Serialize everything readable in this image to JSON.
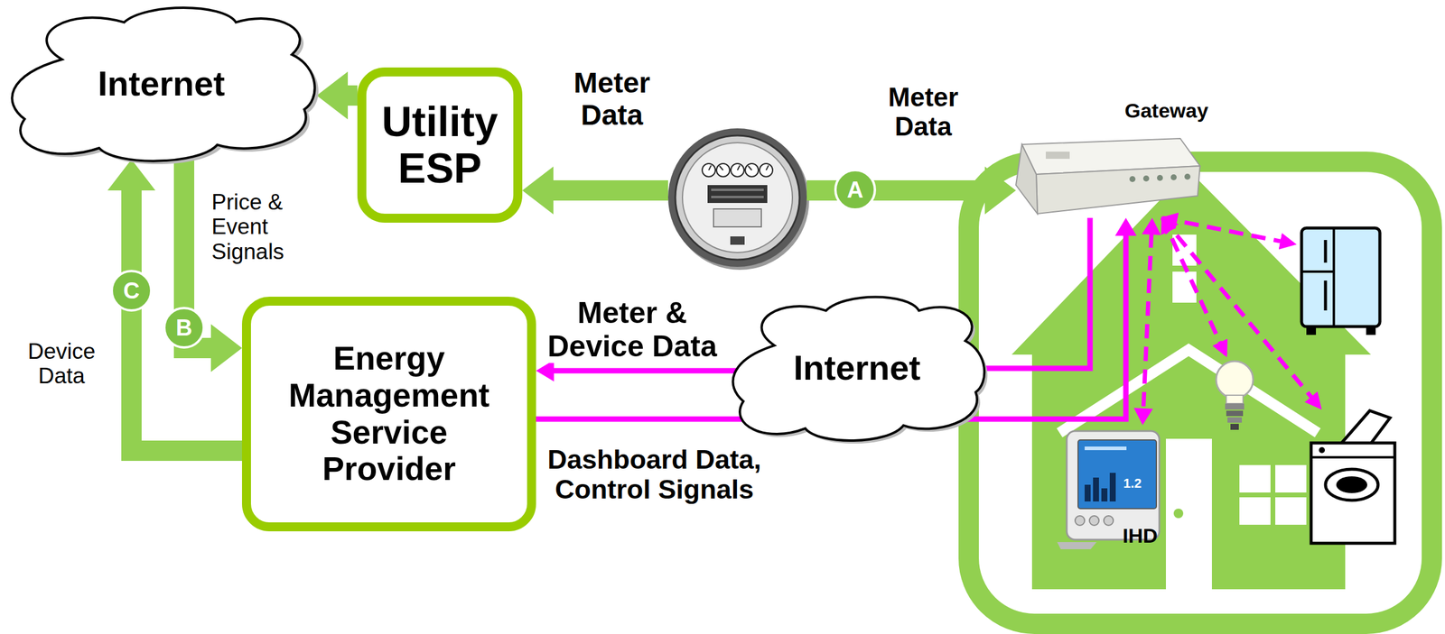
{
  "diagram": {
    "nodes": [
      {
        "text": [
          "Internet"
        ]
      },
      {
        "text": [
          "Utility ESP"
        ]
      },
      {
        "text": [
          "Gateway"
        ]
      },
      {
        "text": [
          "Energy Management Service Provider"
        ]
      },
      {
        "text": [
          "Internet"
        ]
      },
      {
        "text": [
          "IHD"
        ]
      }
    ],
    "edges": [
      {
        "from": 1,
        "to": 0,
        "arrow": "to"
      },
      {
        "from": 0,
        "to": 3,
        "label": "Price & Event Signals",
        "arrow": "to"
      },
      {
        "from": 3,
        "to": 0,
        "label": "Device Data",
        "arrow": "to"
      },
      {
        "from": 4,
        "to": 3,
        "label": "Meter & Device Data",
        "arrow": "to"
      },
      {
        "from": 3,
        "to": 4,
        "label": "Dashboard Data, Control Signals",
        "arrow": "none"
      },
      {
        "from": 2,
        "to": 4,
        "arrow": "none"
      },
      {
        "from": 4,
        "to": 2,
        "arrow": "to"
      },
      {
        "from": 2,
        "to": 5,
        "arrow": "both"
      }
    ],
    "labels": [
      "Meter Data",
      "Meter Data",
      "A",
      "B",
      "C",
      "1.2"
    ]
  }
}
